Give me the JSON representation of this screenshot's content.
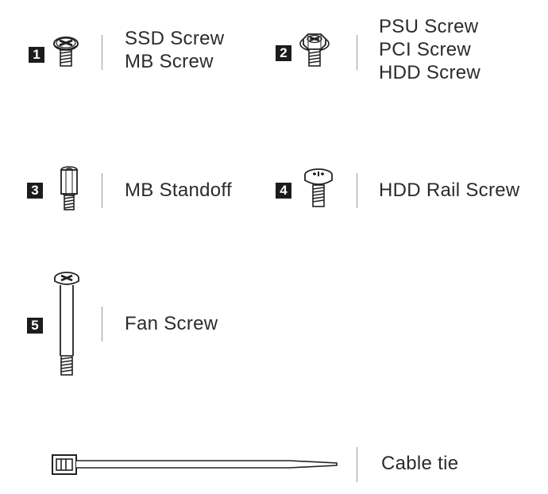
{
  "items": [
    {
      "number": "1",
      "lines": [
        "SSD Screw",
        "MB Screw"
      ],
      "icon": "flat-head-screw-icon"
    },
    {
      "number": "2",
      "lines": [
        "PSU Screw",
        "PCI Screw",
        "HDD Screw"
      ],
      "icon": "hex-head-screw-icon"
    },
    {
      "number": "3",
      "lines": [
        "MB Standoff"
      ],
      "icon": "standoff-icon"
    },
    {
      "number": "4",
      "lines": [
        "HDD Rail Screw"
      ],
      "icon": "rail-screw-icon"
    },
    {
      "number": "5",
      "lines": [
        "Fan Screw"
      ],
      "icon": "long-screw-icon"
    },
    {
      "number": "",
      "lines": [
        "Cable tie"
      ],
      "icon": "cable-tie-icon"
    }
  ],
  "colors": {
    "ink": "#1c1c1c",
    "separator": "#9a9a9a",
    "background": "#ffffff"
  }
}
